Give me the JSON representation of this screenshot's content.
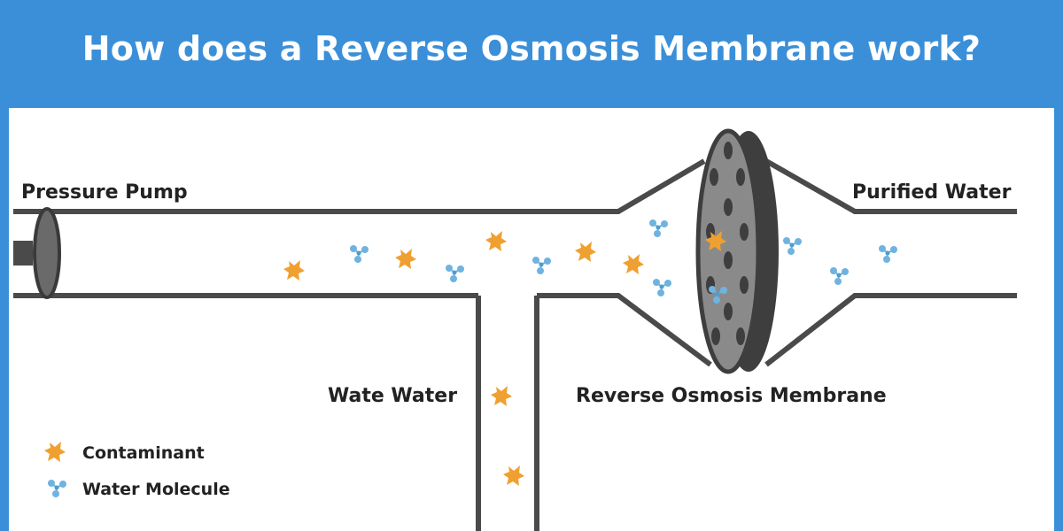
{
  "title": "How does a Reverse Osmosis Membrane work?",
  "labels": {
    "pressure_pump": "Pressure Pump",
    "purified_water": "Purified Water",
    "waste_water": "Wate Water",
    "membrane": "Reverse Osmosis Membrane"
  },
  "legend": {
    "contaminant": "Contaminant",
    "water_molecule": "Water Molecule"
  },
  "colors": {
    "header": "#3a8fd8",
    "pipe": "#4a4a4a",
    "contaminant": "#f0a030",
    "water_molecule": "#6fb3e0",
    "membrane": "#7a7a7a"
  }
}
